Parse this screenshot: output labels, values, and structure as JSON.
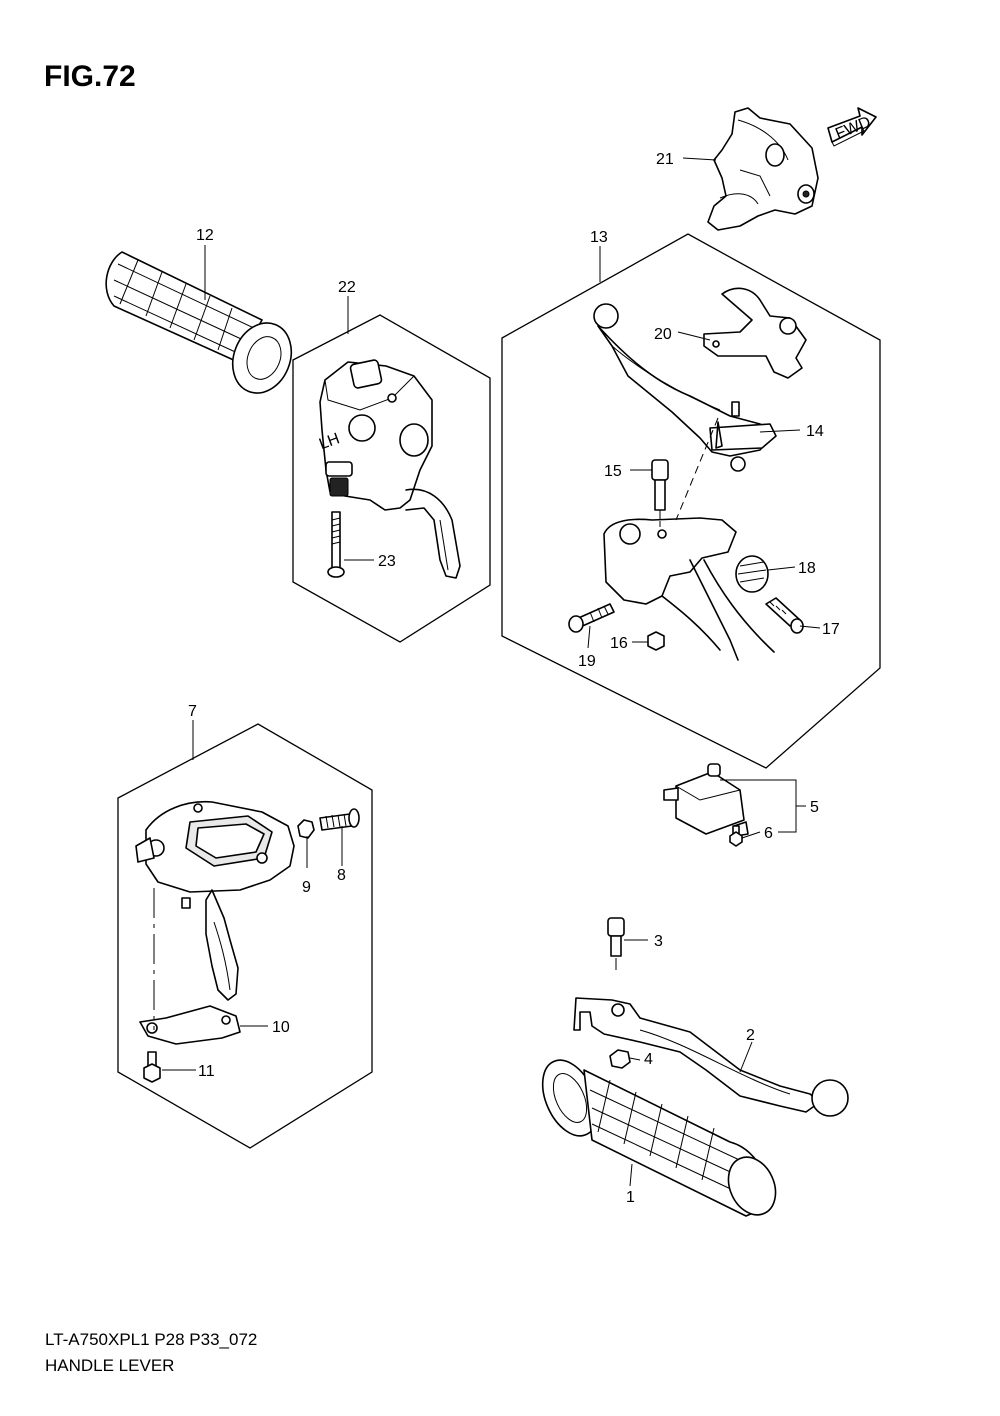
{
  "figure": {
    "title": "FIG.72",
    "model_code": "LT-A750XPL1 P28 P33_072",
    "section_name": "HANDLE LEVER",
    "fwd_marker": "FWD"
  },
  "callouts": {
    "c1": "1",
    "c2": "2",
    "c3": "3",
    "c4": "4",
    "c5": "5",
    "c6": "6",
    "c7": "7",
    "c8": "8",
    "c9": "9",
    "c10": "10",
    "c11": "11",
    "c12": "12",
    "c13": "13",
    "c14": "14",
    "c15": "15",
    "c16": "16",
    "c17": "17",
    "c18": "18",
    "c19": "19",
    "c20": "20",
    "c21": "21",
    "c22": "22",
    "c23": "23"
  }
}
